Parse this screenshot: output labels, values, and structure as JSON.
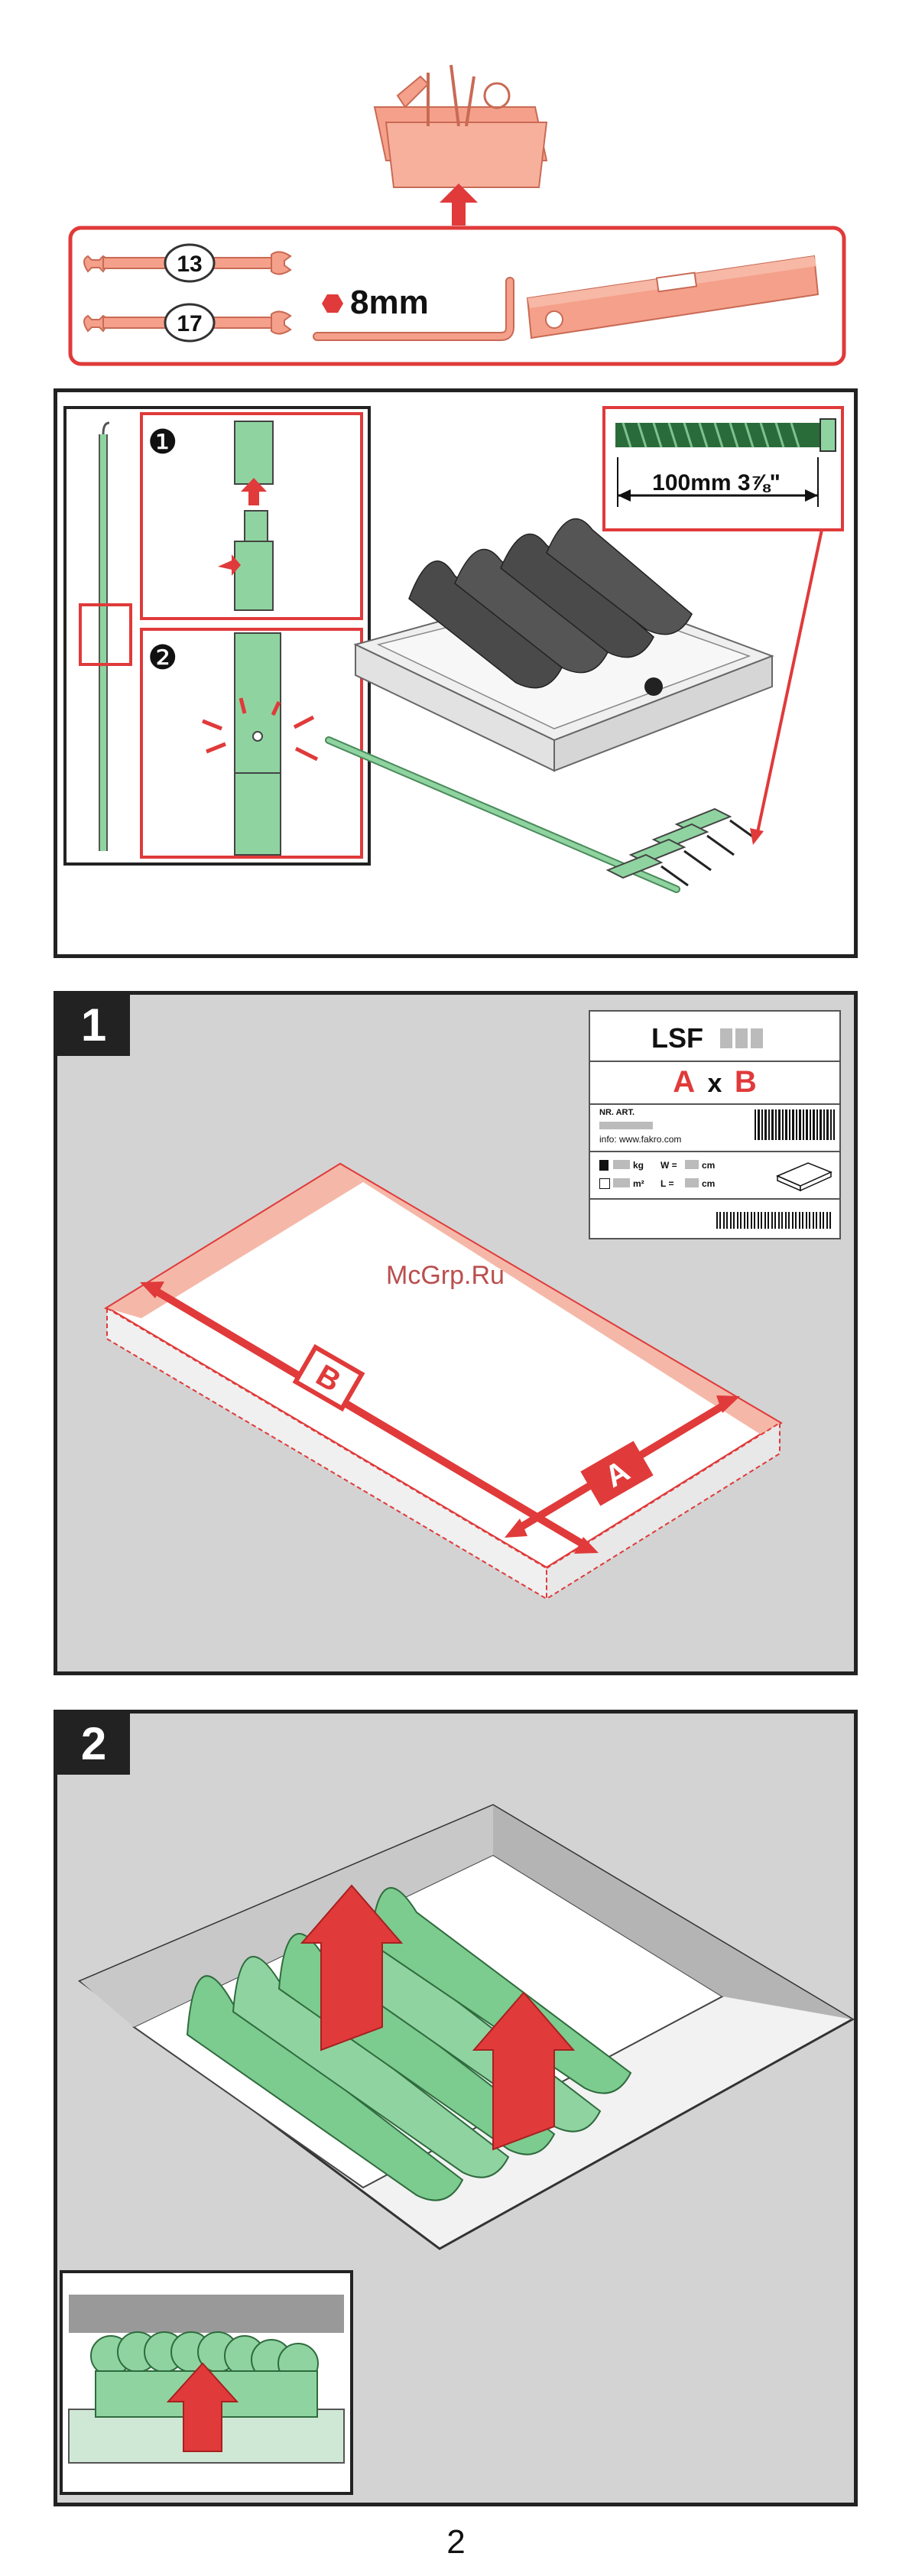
{
  "tools": {
    "wrench_small": "13",
    "wrench_large": "17",
    "hex_key": "8mm"
  },
  "contents": {
    "step1_marker": "❶",
    "step2_marker": "❷",
    "screw_length": "100mm 3⅞\""
  },
  "step1": {
    "badge": "1",
    "label_model": "LSF",
    "label_a": "A",
    "label_x": "x",
    "label_b": "B",
    "label_nr_art": "NR. ART.",
    "label_info": "info: www.fakro.com",
    "label_kg": "kg",
    "label_w": "W =",
    "label_cm1": "cm",
    "label_m2": "m²",
    "label_l": "L =",
    "label_cm2": "cm",
    "dim_a": "A",
    "dim_b": "B",
    "watermark": "McGrp.Ru"
  },
  "step2": {
    "badge": "2"
  },
  "footer": {
    "page_number": "2"
  },
  "colors": {
    "accent_red": "#e03a3a",
    "salmon": "#f5a08a",
    "green": "#8fd4a0",
    "gray_bg": "#d3d3d3"
  }
}
